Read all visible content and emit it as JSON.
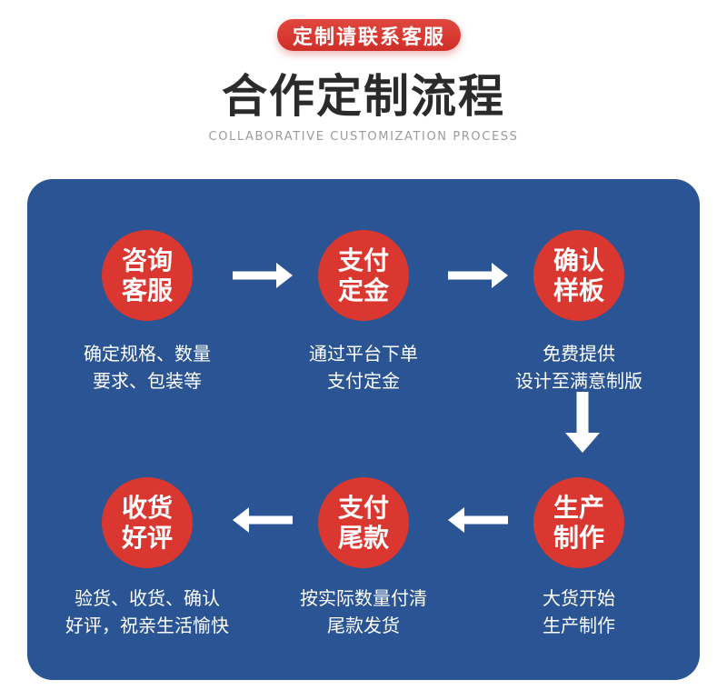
{
  "badge": {
    "label": "定制请联系客服"
  },
  "header": {
    "title": "合作定制流程",
    "subtitle": "COLLABORATIVE CUSTOMIZATION PROCESS"
  },
  "colors": {
    "circle_red": "#d9372f",
    "panel_blue": "#2a5493",
    "badge_red": "#d8382f",
    "arrow_white": "#ffffff",
    "title_color": "#2b2b2b",
    "subtitle_color": "#9b9b9b"
  },
  "steps": [
    {
      "circle_line1": "咨询",
      "circle_line2": "客服",
      "caption_line1": "确定规格、数量",
      "caption_line2": "要求、包装等"
    },
    {
      "circle_line1": "支付",
      "circle_line2": "定金",
      "caption_line1": "通过平台下单",
      "caption_line2": "支付定金"
    },
    {
      "circle_line1": "确认",
      "circle_line2": "样板",
      "caption_line1": "免费提供",
      "caption_line2": "设计至满意制版"
    },
    {
      "circle_line1": "生产",
      "circle_line2": "制作",
      "caption_line1": "大货开始",
      "caption_line2": "生产制作"
    },
    {
      "circle_line1": "支付",
      "circle_line2": "尾款",
      "caption_line1": "按实际数量付清",
      "caption_line2": "尾款发货"
    },
    {
      "circle_line1": "收货",
      "circle_line2": "好评",
      "caption_line1": "验货、收货、确认",
      "caption_line2": "好评，祝亲生活愉快"
    }
  ]
}
